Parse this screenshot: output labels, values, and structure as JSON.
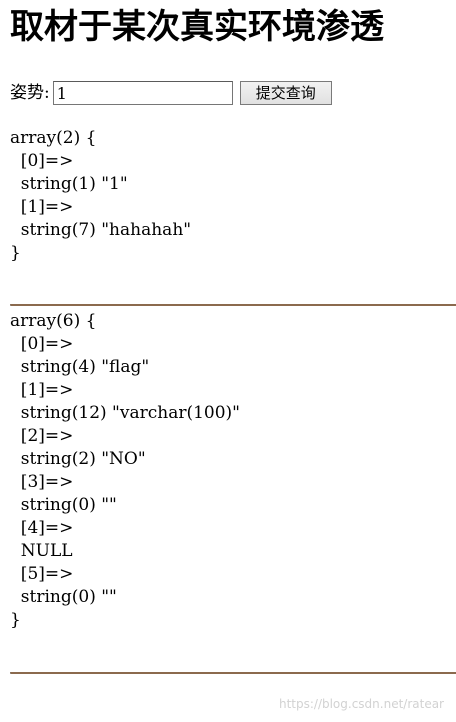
{
  "header": {
    "title": "取材于某次真实环境渗透"
  },
  "form": {
    "label": "姿势:",
    "input_value": "1",
    "submit_label": "提交查询"
  },
  "results": [
    {
      "lines": [
        "array(2) {",
        "  [0]=>",
        "  string(1) \"1\"",
        "  [1]=>",
        "  string(7) \"hahahah\"",
        "}"
      ]
    },
    {
      "lines": [
        "array(6) {",
        "  [0]=>",
        "  string(4) \"flag\"",
        "  [1]=>",
        "  string(12) \"varchar(100)\"",
        "  [2]=>",
        "  string(2) \"NO\"",
        "  [3]=>",
        "  string(0) \"\"",
        "  [4]=>",
        "  NULL",
        "  [5]=>",
        "  string(0) \"\"",
        "}"
      ]
    }
  ],
  "watermark": "https://blog.csdn.net/ratear",
  "colors": {
    "divider": "#8b6a4e",
    "watermark": "#d2d2d2"
  }
}
